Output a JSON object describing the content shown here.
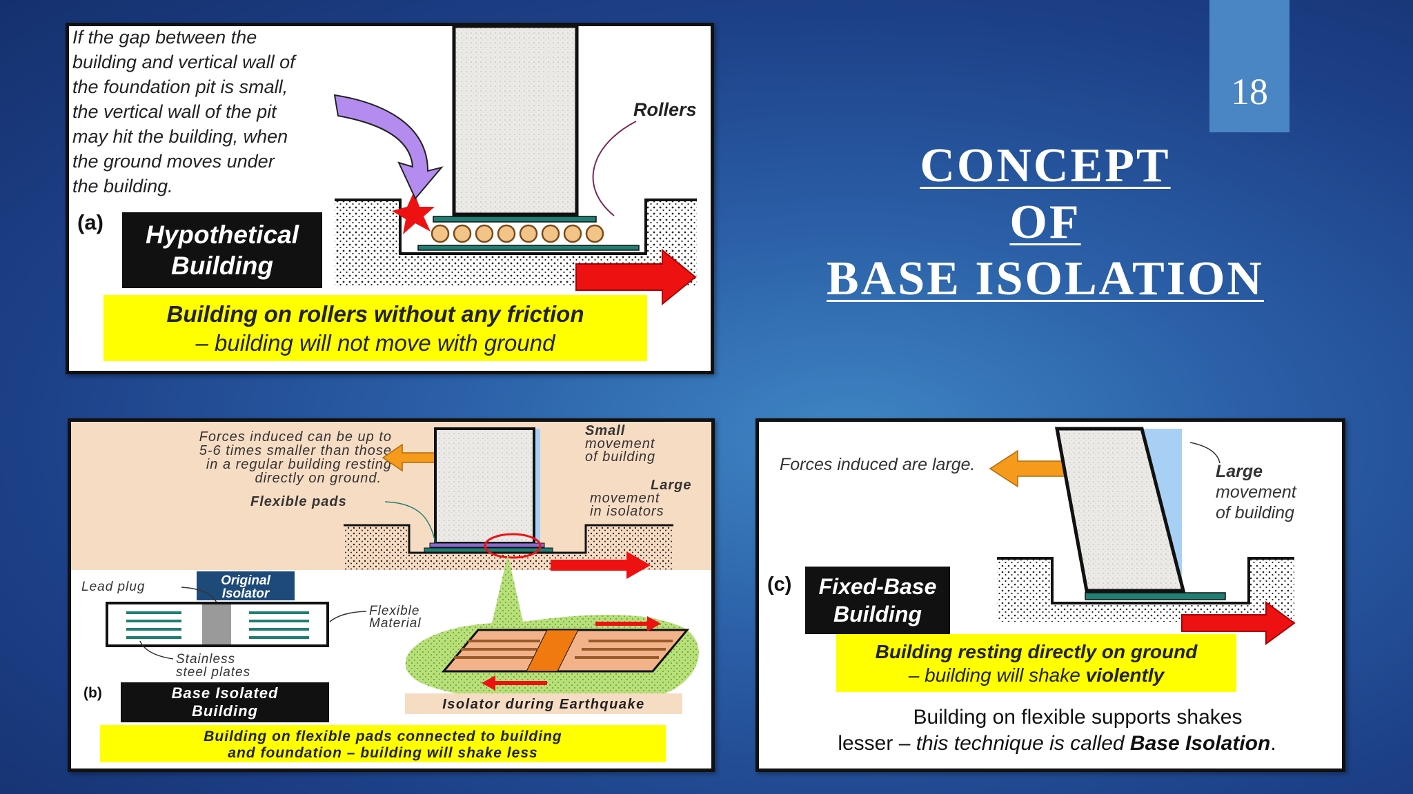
{
  "slide": {
    "number": "18",
    "title_lines": [
      "CONCEPT",
      "OF",
      "BASE ISOLATION"
    ]
  },
  "panel_a": {
    "note_lines": [
      "If the gap between the",
      "building and vertical wall of",
      "the foundation pit is small,",
      "the vertical wall of the pit",
      "may hit the building, when",
      "the ground moves under",
      "the building."
    ],
    "rollers_label": "Rollers",
    "tag": "(a)",
    "box_lines": [
      "Hypothetical",
      "Building"
    ],
    "caption_lines": [
      "Building on rollers without any friction",
      "– building will not move with ground"
    ]
  },
  "panel_b": {
    "forces_lines": [
      "Forces induced can be up to",
      "5-6 times smaller than those",
      "in a regular building resting",
      "directly on ground."
    ],
    "small_move_lines": [
      "Small",
      "movement",
      "of building"
    ],
    "large_move_lines": [
      "Large",
      "movement",
      "in isolators"
    ],
    "flexible_pads": "Flexible pads",
    "lead_plug": "Lead plug",
    "original_isolator_lines": [
      "Original",
      "Isolator"
    ],
    "flexible_material_lines": [
      "Flexible",
      "Material"
    ],
    "stainless_lines": [
      "Stainless",
      "steel plates"
    ],
    "tag": "(b)",
    "box_lines": [
      "Base Isolated",
      "Building"
    ],
    "isolator_eq": "Isolator during Earthquake",
    "caption_lines": [
      "Building on flexible pads connected to building",
      "and foundation – building will shake less"
    ]
  },
  "panel_c": {
    "forces": "Forces induced are large.",
    "large_move_lines": [
      "Large",
      "movement",
      "of building"
    ],
    "tag": "(c)",
    "box_lines": [
      "Fixed-Base",
      "Building"
    ],
    "caption_line1": "Building resting directly on ground",
    "caption_line2_a": "– building will shake ",
    "caption_line2_b": "violently",
    "bottom_line1": "Building on flexible supports shakes",
    "bottom_line2_a": "lesser – ",
    "bottom_line2_b": "this technique is called ",
    "bottom_line2_c": "Base Isolation",
    "bottom_line2_d": "."
  },
  "colors": {
    "caption_yellow": "#ffff00",
    "arrow_red": "#ee1111",
    "arrow_orange": "#f59a1a",
    "purple_arrow": "#b48cf0",
    "peach_bg": "#f7dcc4",
    "teal_plate": "#1f7f72",
    "light_blue": "#a8d0f4"
  }
}
